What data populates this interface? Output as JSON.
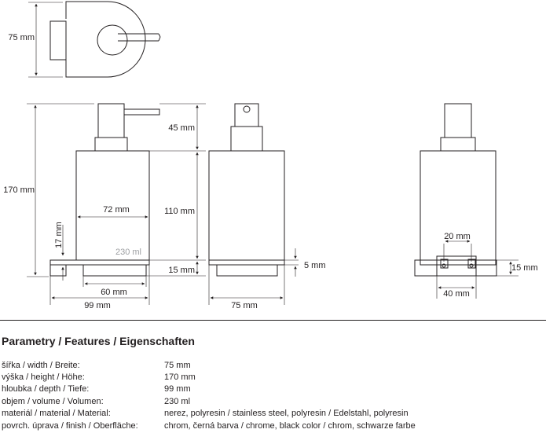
{
  "dims": {
    "top_width": "75 mm",
    "height_total": "170 mm",
    "pump_height": "45 mm",
    "body_height": "110 mm",
    "base_height": "15 mm",
    "body_width": "72 mm",
    "bracket_height": "17 mm",
    "volume": "230 ml",
    "base_width": "60 mm",
    "depth_total": "99 mm",
    "front_width": "75 mm",
    "plate_thickness": "5 mm",
    "hole_spacing": "20 mm",
    "bracket_right_height": "15 mm",
    "bracket_width": "40 mm"
  },
  "features": {
    "title": "Parametry / Features / Eigenschaften",
    "rows": [
      {
        "label": "šířka / width / Breite:",
        "value": "75 mm"
      },
      {
        "label": "výška / height / Höhe:",
        "value": "170 mm"
      },
      {
        "label": "hloubka / depth / Tiefe:",
        "value": "99 mm"
      },
      {
        "label": "objem / volume / Volumen:",
        "value": "230 ml"
      },
      {
        "label": "materiál / material / Material:",
        "value": "nerez, polyresin / stainless steel, polyresin / Edelstahl, polyresin"
      },
      {
        "label": "povrch. úprava / finish / Oberfläche:",
        "value": "chrom, černá barva / chrome, black color / chrom, schwarze farbe"
      }
    ]
  }
}
